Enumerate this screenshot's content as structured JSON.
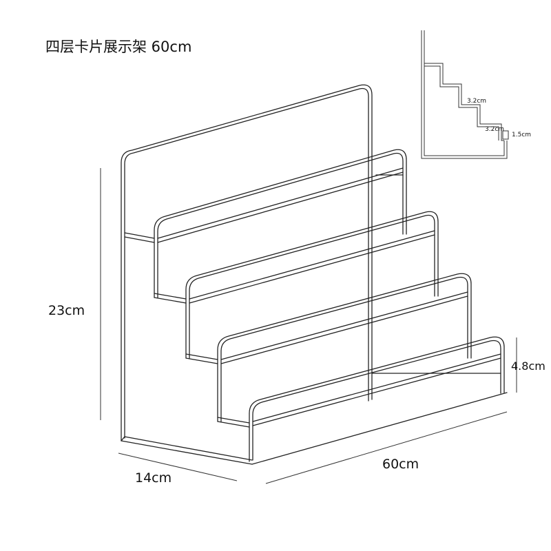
{
  "title": "四层卡片展示架 60cm",
  "dimensions": {
    "height": "23cm",
    "depth": "14cm",
    "width": "60cm",
    "front_lip": "4.8cm"
  },
  "profile": {
    "step_height_1": "3.2cm",
    "step_height_2": "3.2cm",
    "lip_height": "1.5cm"
  },
  "tiers": 4,
  "colors": {
    "stroke": "#222222",
    "background": "#ffffff"
  }
}
